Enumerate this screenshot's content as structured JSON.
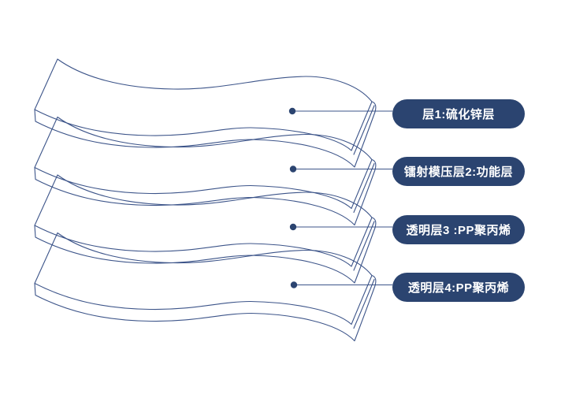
{
  "diagram": {
    "type": "layer-stack-callout",
    "colors": {
      "background": "#ffffff",
      "outline": "#3c5489",
      "label_bg": "#2b4470",
      "label_text": "#ffffff"
    },
    "layers": [
      {
        "label": "层1:硫化锌层"
      },
      {
        "label": "镭射模压层2:功能层"
      },
      {
        "label": "透明层3 :PP聚丙烯"
      },
      {
        "label": "透明层4:PP聚丙烯"
      }
    ]
  }
}
